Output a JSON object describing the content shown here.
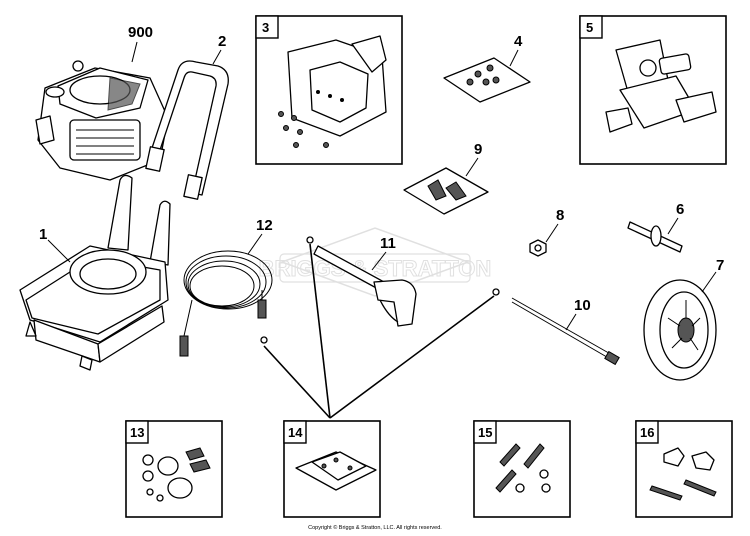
{
  "labels": {
    "engine": "900",
    "handle": "2",
    "frame": "1",
    "hose": "12",
    "spray_gun": "11",
    "wand": "10",
    "fitting_8": "8",
    "axle": "6",
    "wheel": "7",
    "kit_4": "4",
    "kit_9": "9"
  },
  "boxes": {
    "b3": "3",
    "b5": "5",
    "b13": "13",
    "b14": "14",
    "b15": "15",
    "b16": "16"
  },
  "watermark": "BRIGGS & STRATTON",
  "copyright": "Copyright © Briggs & Stratton, LLC. All rights reserved."
}
